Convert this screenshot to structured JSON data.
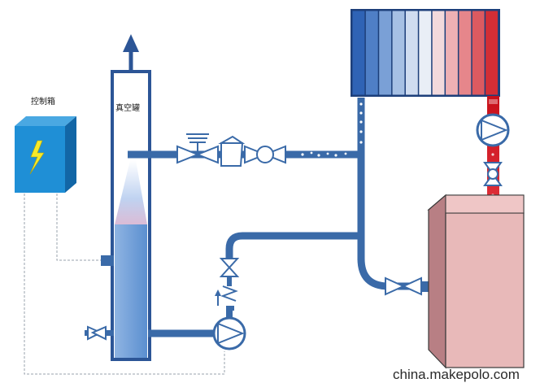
{
  "labels": {
    "control_box": "控制箱",
    "vacuum_tank": "真空罐"
  },
  "watermark": "china.makepolo.com",
  "colors": {
    "pipe": "#3a6aa8",
    "pipe_dark": "#27508a",
    "tank_water": "#5b8fd0",
    "control_box": "#1f8fd6",
    "boiler": "#e8b9b9",
    "hot_line": "#d4202a"
  },
  "radiator_fin_colors": [
    "#2f63b5",
    "#4f7fc6",
    "#7aa0d6",
    "#a6c0e4",
    "#cfdcf0",
    "#e9eef6",
    "#f2d9dc",
    "#eeb0b4",
    "#e6868b",
    "#dc5a60",
    "#d32e35"
  ],
  "icons": [
    "lightning-icon",
    "up-arrow-icon",
    "gate-valve-icon",
    "check-valve-icon",
    "butterfly-valve-icon",
    "pump-icon"
  ]
}
